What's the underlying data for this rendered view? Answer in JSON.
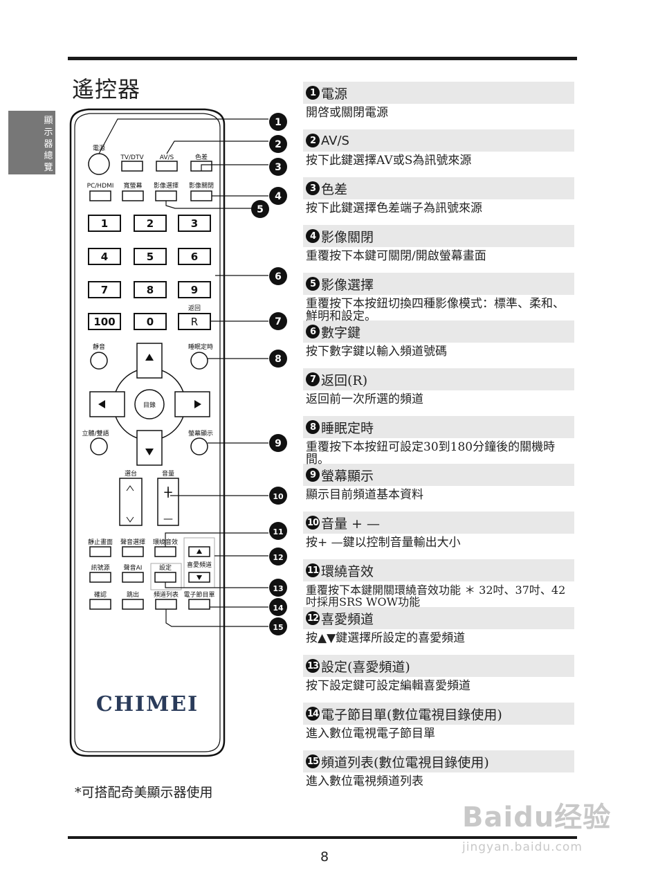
{
  "page": {
    "title": "遙控器",
    "side_tab": "顯示器總覽",
    "footnote": "*可搭配奇美顯示器使用",
    "page_number": "8",
    "watermark": "Baidu经验",
    "watermark_url": "jingyan.baidu.com"
  },
  "remote": {
    "brand": "CHIMEI",
    "labels": {
      "power": "電源",
      "tvdtv": "TV/DTV",
      "avs": "AV/S",
      "color": "色差",
      "pchdmi": "PC/HDMI",
      "wide": "寬螢幕",
      "picsel": "影像選擇",
      "picoff": "影像關閉",
      "return_top": "返回",
      "mute": "靜音",
      "sleep": "睡眠定時",
      "menu": "目錄",
      "stereo": "立體/雙語",
      "display": "螢幕顯示",
      "channel": "選台",
      "volume": "音量",
      "freeze": "靜止畫面",
      "soundsel": "聲音選擇",
      "surround": "環繞音效",
      "source": "訊號源",
      "soundai": "聲音AI",
      "setup": "設定",
      "favorite": "喜愛頻道",
      "confirm": "確認",
      "exit": "跳出",
      "chlist": "頻道列表",
      "epg": "電子節目單"
    },
    "keys": [
      "1",
      "2",
      "3",
      "4",
      "5",
      "6",
      "7",
      "8",
      "9",
      "100",
      "0",
      "R"
    ],
    "vol_plus": "+",
    "vol_minus": "—"
  },
  "items": [
    {
      "n": "1",
      "title": "電源",
      "desc": "開啓或關閉電源"
    },
    {
      "n": "2",
      "title": "AV/S",
      "desc": "按下此鍵選擇AV或S為訊號來源"
    },
    {
      "n": "3",
      "title": "色差",
      "desc": "按下此鍵選擇色差端子為訊號來源"
    },
    {
      "n": "4",
      "title": "影像關閉",
      "desc": "重覆按下本鍵可關閉/開啟螢幕畫面"
    },
    {
      "n": "5",
      "title": "影像選擇",
      "desc": "重覆按下本按鈕切換四種影像模式：標準、柔和、鮮明和設定。"
    },
    {
      "n": "6",
      "title": "數字鍵",
      "desc": "按下數字鍵以輸入頻道號碼"
    },
    {
      "n": "7",
      "title": "返回(R)",
      "desc": "返回前一次所選的頻道"
    },
    {
      "n": "8",
      "title": "睡眠定時",
      "desc": "重覆按下本按鈕可設定30到180分鐘後的關機時間。"
    },
    {
      "n": "9",
      "title": "螢幕顯示",
      "desc": "顯示目前頻道基本資料"
    },
    {
      "n": "10",
      "title": "音量 + —",
      "desc": "按+ —鍵以控制音量輸出大小"
    },
    {
      "n": "11",
      "title": "環繞音效",
      "desc": "重覆按下本鍵開關環繞音效功能 ＊ 32吋、37吋、42吋採用SRS WOW功能"
    },
    {
      "n": "12",
      "title": "喜愛頻道",
      "desc": "按▲▼鍵選擇所設定的喜愛頻道"
    },
    {
      "n": "13",
      "title": "設定(喜愛頻道)",
      "desc": "按下設定鍵可設定編輯喜愛頻道"
    },
    {
      "n": "14",
      "title": "電子節目單(數位電視目錄使用)",
      "desc": "進入數位電視電子節目單"
    },
    {
      "n": "15",
      "title": "頻道列表(數位電視目錄使用)",
      "desc": "進入數位電視頻道列表"
    }
  ]
}
